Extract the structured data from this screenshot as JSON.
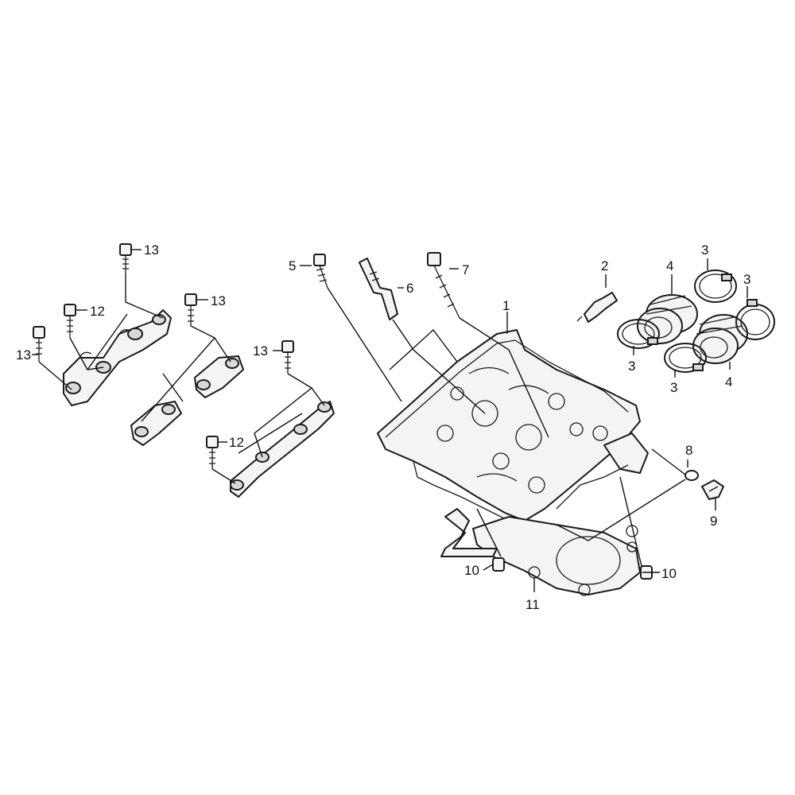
{
  "callouts": {
    "c1": "1",
    "c2": "2",
    "c3a": "3",
    "c3b": "3",
    "c3c": "3",
    "c3d": "3",
    "c4a": "4",
    "c4b": "4",
    "c5": "5",
    "c6": "6",
    "c7": "7",
    "c8": "8",
    "c9": "9",
    "c10a": "10",
    "c10b": "10",
    "c11": "11",
    "c12a": "12",
    "c12b": "12",
    "c13a": "13",
    "c13b": "13",
    "c13c": "13",
    "c13d": "13"
  },
  "colors": {
    "line": "#1a1a1a",
    "fill": "#f4f4f4",
    "background": "#ffffff"
  }
}
